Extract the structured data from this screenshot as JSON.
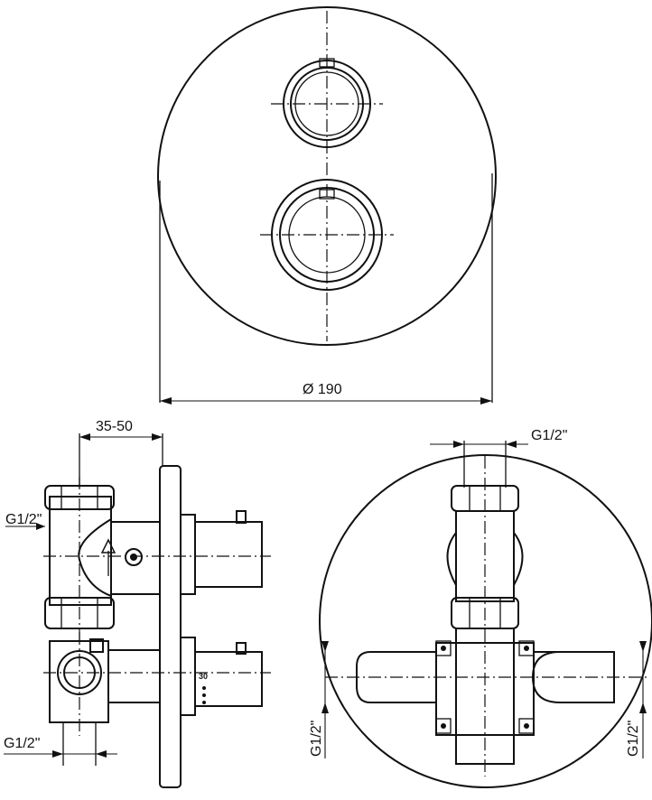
{
  "dimensions": {
    "diameter": "Ø 190",
    "depth_range": "35-50",
    "thread_top": "G1/2\"",
    "thread_left_upper": "G1/2\"",
    "thread_left_lower": "G1/2\"",
    "thread_right_left": "G1/2\"",
    "thread_right_right": "G1/2\""
  },
  "side_view": {
    "scale_marks": [
      "30",
      "",
      "",
      ""
    ]
  }
}
